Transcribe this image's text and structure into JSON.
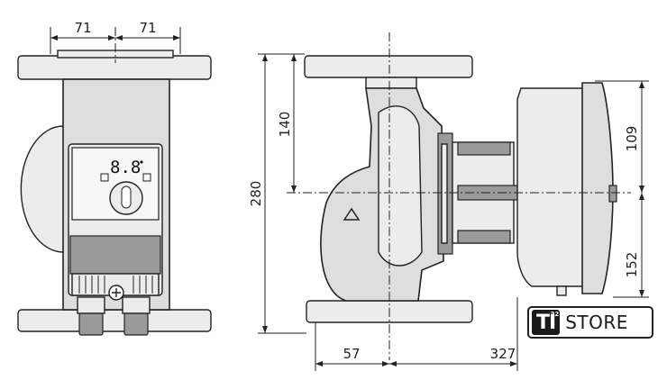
{
  "dimensions": {
    "front_half_left": "71",
    "front_half_right": "71",
    "height_total": "280",
    "height_upper": "140",
    "motor_upper": "109",
    "motor_lower": "152",
    "base_offset": "57",
    "overall_length": "327"
  },
  "display": {
    "readout": "8.8"
  },
  "logo": {
    "brand": "TI",
    "superscript": "22",
    "suffix": "STORE"
  }
}
